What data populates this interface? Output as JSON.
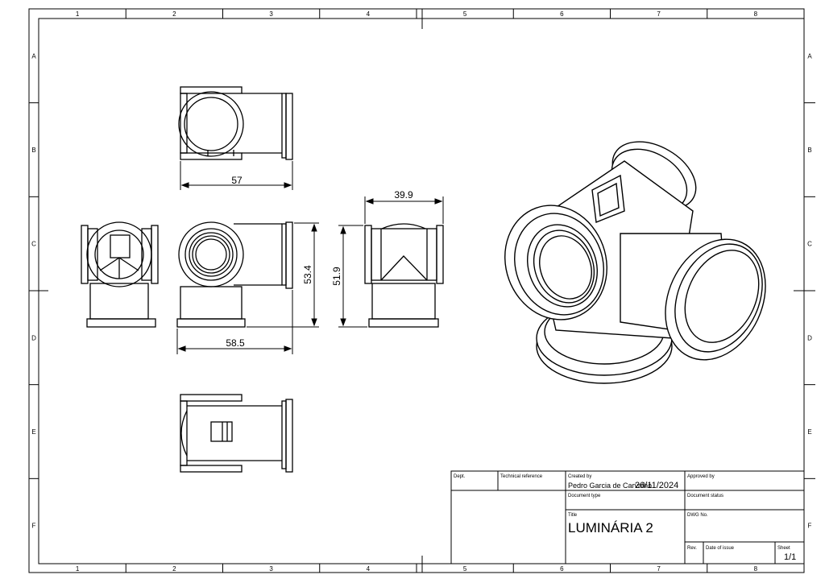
{
  "sheet": {
    "columns": [
      "1",
      "2",
      "3",
      "4",
      "5",
      "6",
      "7",
      "8"
    ],
    "rows": [
      "A",
      "B",
      "C",
      "D",
      "E",
      "F"
    ]
  },
  "dimensions": {
    "top_view_width": "57",
    "front_view_width": "58.5",
    "front_view_height": "53.4",
    "side_view_height": "51.9",
    "side_view_width": "39.9"
  },
  "title_block": {
    "dept_label": "Dept.",
    "technical_reference_label": "Technical reference",
    "created_by_label": "Created by",
    "created_by": "Pedro Garcia de Carvalho",
    "created_date": "26/11/2024",
    "approved_by_label": "Approved by",
    "document_type_label": "Document type",
    "document_status_label": "Document status",
    "title_label": "Title",
    "title": "LUMINÁRIA 2",
    "dwg_no_label": "DWG No.",
    "rev_label": "Rev.",
    "date_of_issue_label": "Date of issue",
    "sheet_label": "Sheet",
    "sheet_value": "1/1"
  }
}
